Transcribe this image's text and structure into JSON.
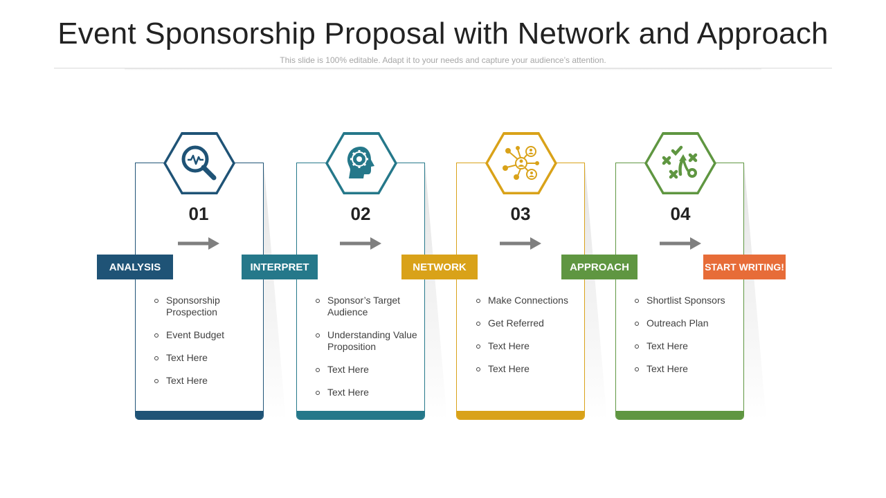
{
  "title": "Event Sponsorship Proposal with Network and Approach",
  "subtitle": "This slide is 100% editable. Adapt it to your needs and capture your audience’s attention.",
  "steps": [
    {
      "number": "01",
      "icon": "magnifier-pulse-icon",
      "color": "#1f5376",
      "tag": "ANALYSIS",
      "tag_color": "#1f5376",
      "bullets": [
        "Sponsorship Prospection",
        "Event Budget",
        "Text Here",
        "Text Here"
      ]
    },
    {
      "number": "02",
      "icon": "head-gear-icon",
      "color": "#25788a",
      "tag": "INTERPRET",
      "tag_color": "#25788a",
      "bullets": [
        "Sponsor’s Target Audience",
        "Understanding Value Proposition",
        "Text Here",
        "Text Here"
      ]
    },
    {
      "number": "03",
      "icon": "network-users-icon",
      "color": "#d9a219",
      "tag": "NETWORK",
      "tag_color": "#d9a219",
      "bullets": [
        "Make Connections",
        "Get Referred",
        "Text Here",
        "Text Here"
      ]
    },
    {
      "number": "04",
      "icon": "strategy-play-icon",
      "color": "#5f9641",
      "tag": "APPROACH",
      "tag_color": "#5f9641",
      "bullets": [
        "Shortlist Sponsors",
        "Outreach Plan",
        "Text Here",
        "Text Here"
      ]
    }
  ],
  "final_tag": {
    "label": "START WRITING!",
    "color": "#e76c38"
  },
  "arrow_color": "#7f7f7f"
}
